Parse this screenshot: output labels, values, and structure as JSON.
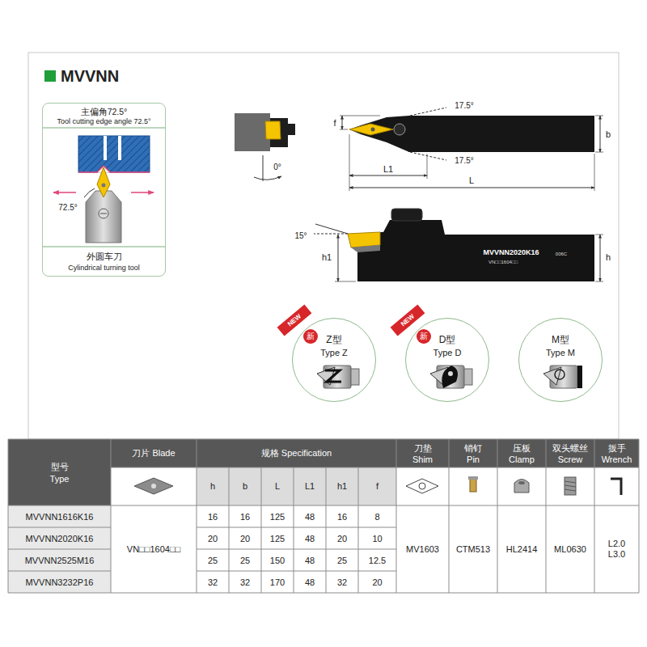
{
  "diagram": {
    "title": "MVVNN",
    "nodes": [
      {
        "text": [
          "主偏角72.5°",
          "Tool cutting edge angle 72.5°",
          "外圆车刀",
          "Cylindrical turning tool"
        ]
      },
      {
        "text": [
          "Z型",
          "Type Z"
        ]
      },
      {
        "text": [
          "D型",
          "Type D"
        ]
      },
      {
        "text": [
          "M型",
          "Type M"
        ]
      }
    ],
    "labels": [
      "72.5°",
      "17.5°",
      "17.5°",
      "f",
      "b",
      "0°",
      "L1",
      "L",
      "15°",
      "h1",
      "h",
      "MVVNN2020K16",
      "VN□□1604□□",
      "006C",
      "NEW",
      "新",
      "NEW",
      "新",
      "型号",
      "Type",
      "刀片 Blade",
      "规格 Specification",
      "刀垫",
      "Shim",
      "销钉",
      "Pin",
      "压板",
      "Clamp",
      "双头螺丝",
      "Screw",
      "扳手",
      "Wrench",
      "h",
      "b",
      "L",
      "L1",
      "h1",
      "f",
      "MVVNN1616K16",
      "16",
      "16",
      "125",
      "48",
      "16",
      "8",
      "MVVNN2020K16",
      "20",
      "20",
      "125",
      "48",
      "20",
      "10",
      "MVVNN2525M16",
      "25",
      "25",
      "150",
      "48",
      "25",
      "12.5",
      "MVVNN3232P16",
      "32",
      "32",
      "170",
      "48",
      "32",
      "20",
      "VN□□1604□□",
      "MV1603",
      "CTM513",
      "HL2414",
      "ML0630",
      "L2.0 L3.0"
    ]
  }
}
